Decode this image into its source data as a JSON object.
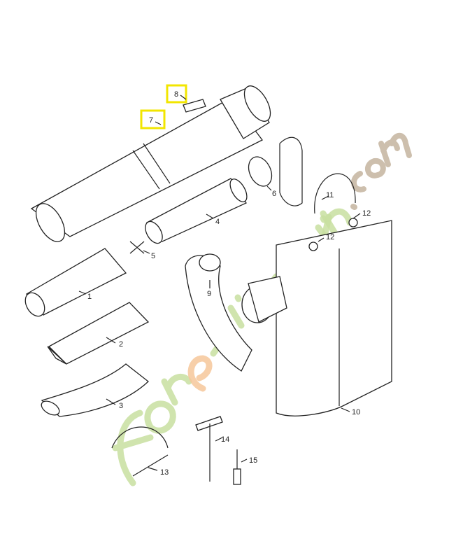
{
  "diagram": {
    "watermark": "foretjardin.com",
    "highlighted_labels": [
      "8",
      "7"
    ],
    "colors": {
      "highlight": "#f2e600",
      "watermark_green": "#c8dfa0",
      "watermark_orange": "#f6c79a",
      "watermark_brown": "#c8b8a4"
    },
    "parts": [
      {
        "id": "p1",
        "label": "1"
      },
      {
        "id": "p2",
        "label": "2"
      },
      {
        "id": "p3",
        "label": "3"
      },
      {
        "id": "p4",
        "label": "4"
      },
      {
        "id": "p5",
        "label": "5"
      },
      {
        "id": "p6",
        "label": "6"
      },
      {
        "id": "p7",
        "label": "7"
      },
      {
        "id": "p8",
        "label": "8"
      },
      {
        "id": "p9",
        "label": "9"
      },
      {
        "id": "p10",
        "label": "10"
      },
      {
        "id": "p11",
        "label": "11"
      },
      {
        "id": "p12a",
        "label": "12"
      },
      {
        "id": "p12b",
        "label": "12"
      },
      {
        "id": "p13",
        "label": "13"
      },
      {
        "id": "p14",
        "label": "14"
      },
      {
        "id": "p15",
        "label": "15"
      }
    ]
  }
}
